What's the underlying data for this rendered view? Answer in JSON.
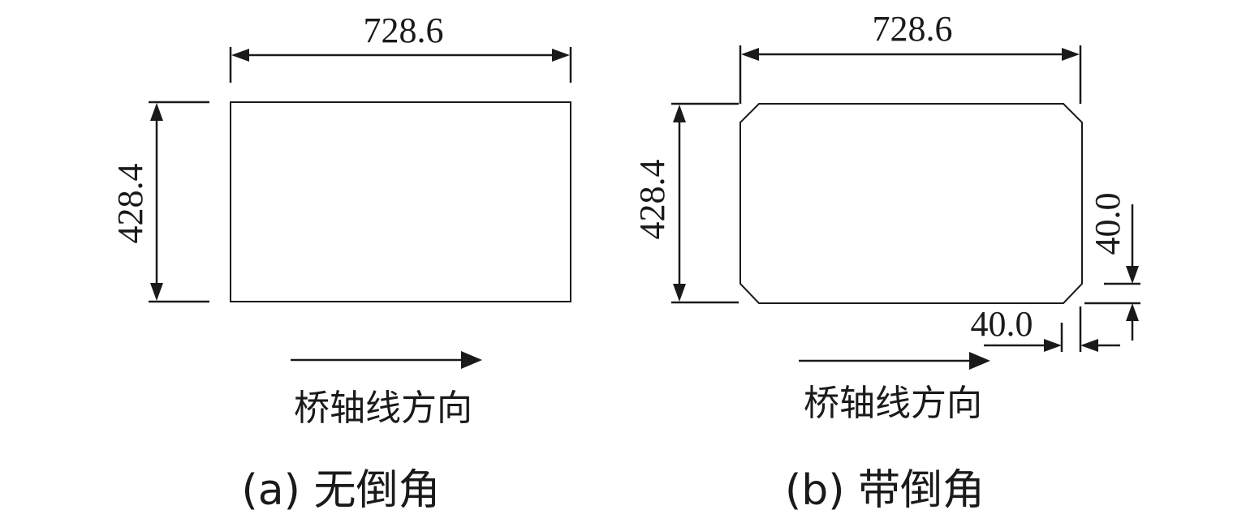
{
  "panel_a": {
    "width_label": "728.6",
    "height_label": "428.4",
    "direction_label": "桥轴线方向",
    "caption": "(a) 无倒角"
  },
  "panel_b": {
    "width_label": "728.6",
    "height_label": "428.4",
    "chamfer_vertical_label": "40.0",
    "chamfer_horizontal_label": "40.0",
    "direction_label": "桥轴线方向",
    "caption": "(b) 带倒角"
  }
}
